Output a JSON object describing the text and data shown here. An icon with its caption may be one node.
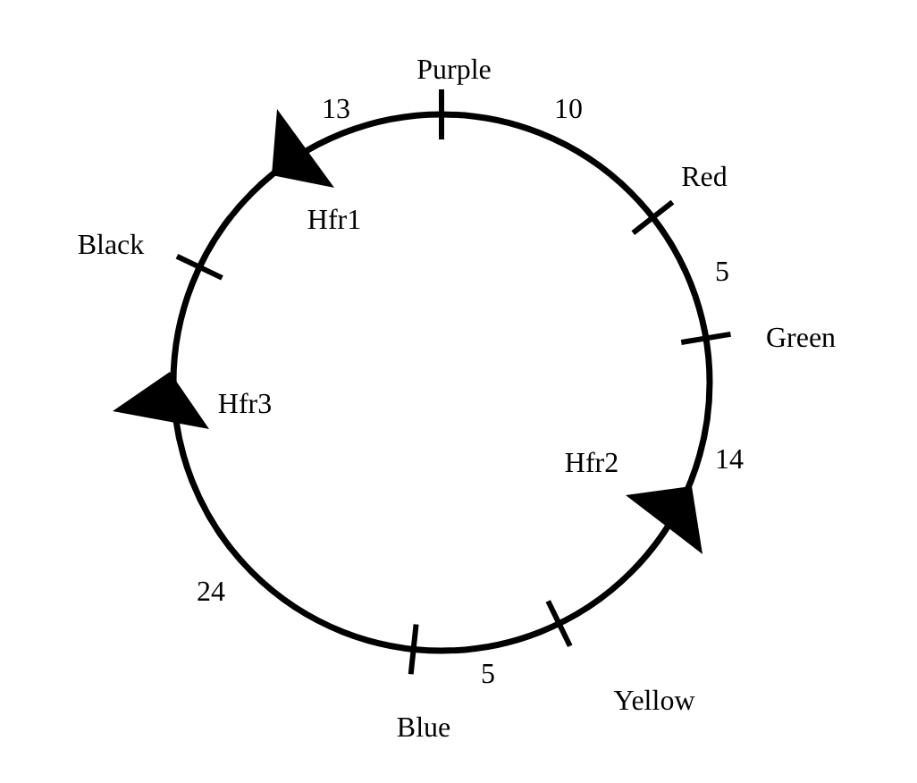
{
  "diagram": {
    "labels": [
      "Purple",
      "13",
      "10",
      "Red",
      "Hfr1",
      "5",
      "Black",
      "Green",
      "Hfr3",
      "Hfr2",
      "14",
      "24",
      "5",
      "Blue",
      "Yellow"
    ]
  }
}
